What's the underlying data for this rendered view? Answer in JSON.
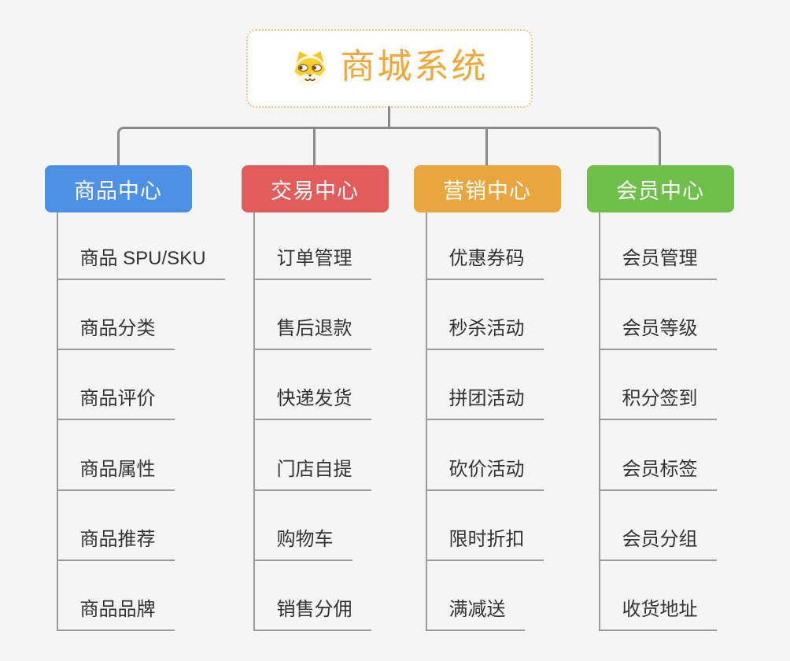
{
  "root": {
    "title": "商城系统",
    "icon": "dog-face-icon",
    "title_color": "#f0a73c",
    "border_color": "#f2c081"
  },
  "branches": [
    {
      "label": "商品中心",
      "color": "#4c90e8",
      "children": [
        "商品 SPU/SKU",
        "商品分类",
        "商品评价",
        "商品属性",
        "商品推荐",
        "商品品牌"
      ]
    },
    {
      "label": "交易中心",
      "color": "#e25c5c",
      "children": [
        "订单管理",
        "售后退款",
        "快递发货",
        "门店自提",
        "购物车",
        "销售分佣"
      ]
    },
    {
      "label": "营销中心",
      "color": "#e9a63e",
      "children": [
        "优惠券码",
        "秒杀活动",
        "拼团活动",
        "砍价活动",
        "限时折扣",
        "满减送"
      ]
    },
    {
      "label": "会员中心",
      "color": "#6fbf4b",
      "children": [
        "会员管理",
        "会员等级",
        "积分签到",
        "会员标签",
        "会员分组",
        "收货地址"
      ]
    }
  ],
  "connector_color": "#8a8a8a",
  "leaf_line_color": "#9a9a9a",
  "background_color": "#f5f5f5"
}
